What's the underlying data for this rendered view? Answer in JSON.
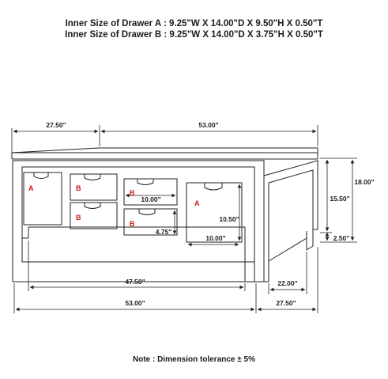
{
  "header": {
    "line1": "Inner Size of Drawer A : 9.25\"W X 14.00\"D X 9.50\"H X 0.50\"T",
    "line2": "Inner Size of Drawer B : 9.25\"W X 14.00\"D X 3.75\"H X 0.50\"T"
  },
  "dimensions": {
    "top_left_width": "27.50\"",
    "top_main_width": "53.00\"",
    "overall_height": "18.00\"",
    "body_height": "15.50\"",
    "leg_height": "2.50\"",
    "drawer_b_width": "10.00\"",
    "drawer_b_height": "4.75\"",
    "drawer_a_height": "10.50\"",
    "drawer_a_width": "10.00\"",
    "inner_length": "47.50\"",
    "side_depth_inner": "22.00\"",
    "bottom_length": "53.00\"",
    "bottom_depth": "27.50\""
  },
  "labels": {
    "drawer_a": "A",
    "drawer_b": "B"
  },
  "note": "Note : Dimension tolerance ± 5%"
}
